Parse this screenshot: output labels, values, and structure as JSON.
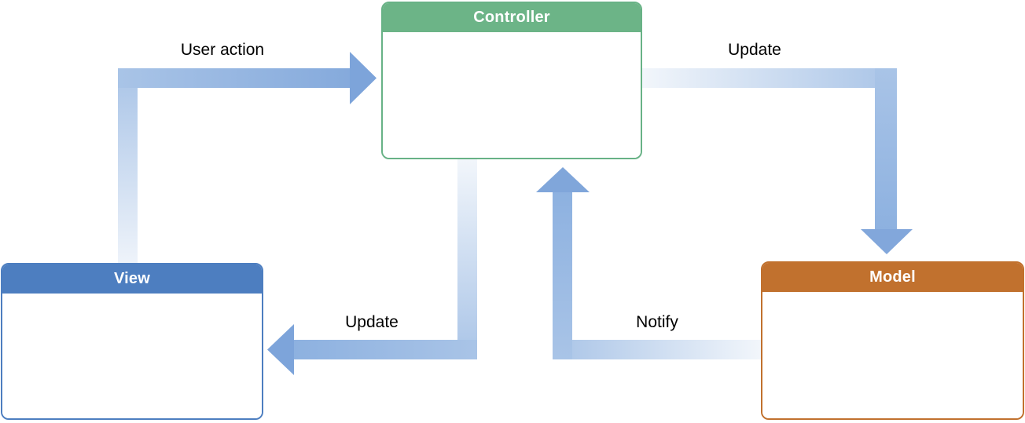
{
  "diagram": {
    "type": "flow-diagram",
    "subject": "Model-View-Controller pattern",
    "nodes": [
      {
        "id": "controller",
        "title": "Controller",
        "header_color": "#6cb487",
        "body_color": "#ffffff"
      },
      {
        "id": "view",
        "title": "View",
        "header_color": "#4d7ec0",
        "body_color": "#ffffff"
      },
      {
        "id": "model",
        "title": "Model",
        "header_color": "#c1712e",
        "body_color": "#ffffff"
      }
    ],
    "edges": [
      {
        "label": "User action",
        "from": "view",
        "to": "controller",
        "shape": "elbow-up-right"
      },
      {
        "label": "Update",
        "from": "controller",
        "to": "model",
        "shape": "elbow-right-down"
      },
      {
        "label": "Update",
        "from": "controller",
        "to": "view",
        "shape": "elbow-down-left"
      },
      {
        "label": "Notify",
        "from": "model",
        "to": "controller",
        "shape": "elbow-left-up"
      }
    ]
  },
  "colors": {
    "background": "#ffffff",
    "header_text": "#ffffff",
    "label_text": "#000000",
    "arrow_gradient_light": "#f2f6fb",
    "arrow_gradient_mid": "#a9c4e7",
    "arrow_gradient_dark": "#8db1e0",
    "arrow_head": "#7da4da"
  }
}
